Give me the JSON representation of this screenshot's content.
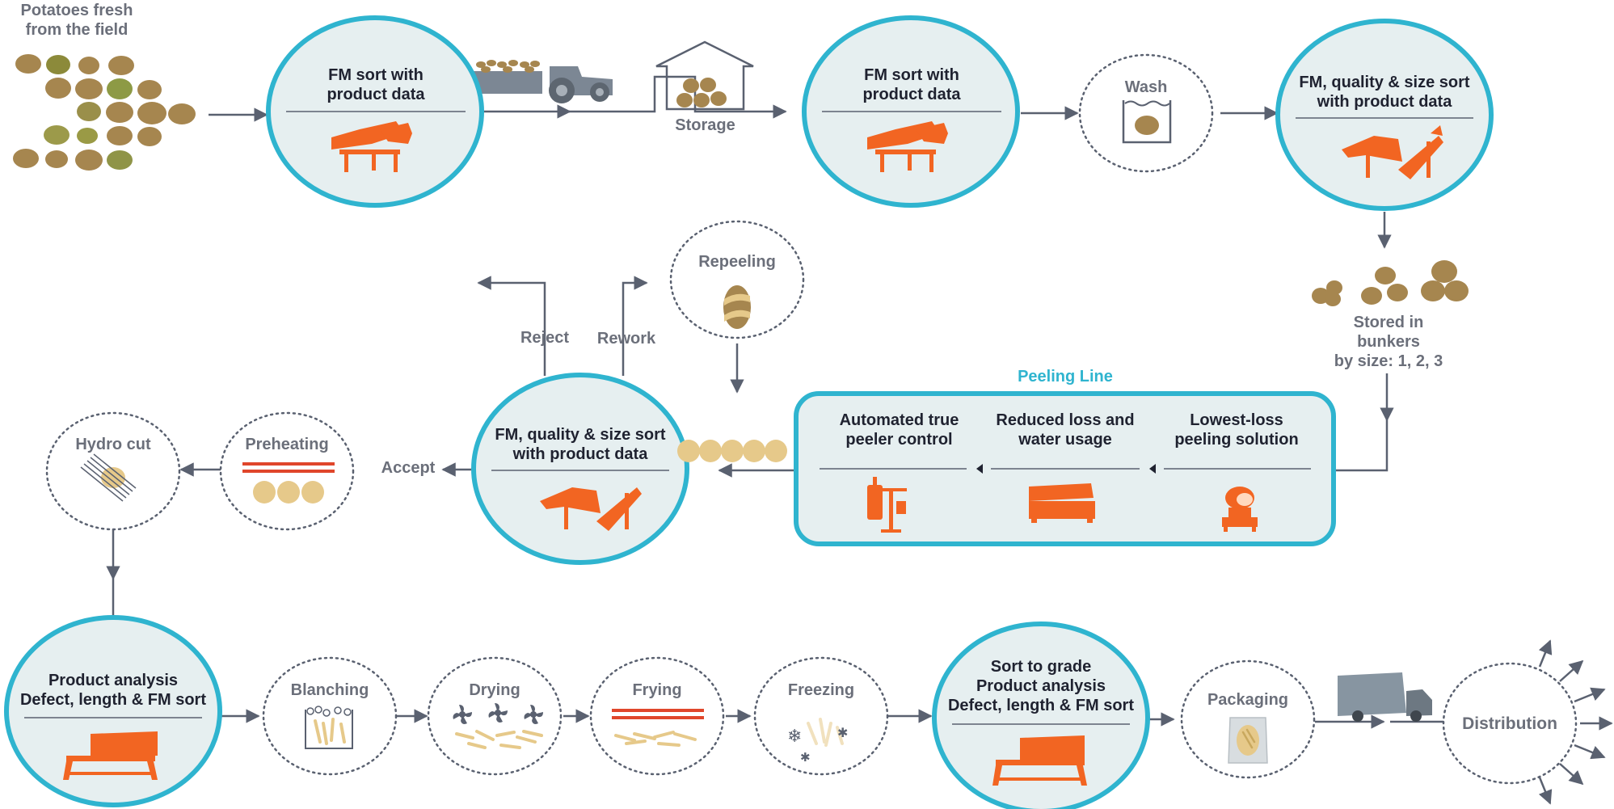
{
  "field": {
    "label_line1": "Potatoes fresh",
    "label_line2": "from the field"
  },
  "sort1": {
    "line1": "FM sort with",
    "line2": "product data"
  },
  "storage": {
    "label": "Storage"
  },
  "sort2": {
    "line1": "FM sort with",
    "line2": "product data"
  },
  "wash": {
    "label": "Wash"
  },
  "sort3": {
    "line1": "FM, quality & size sort",
    "line2": "with product data"
  },
  "bunkers": {
    "line1": "Stored in",
    "line2": "bunkers",
    "line3": "by size: 1, 2, 3"
  },
  "peeling_line": {
    "title": "Peeling Line",
    "stage1": {
      "line1": "Automated true",
      "line2": "peeler control"
    },
    "stage2": {
      "line1": "Reduced loss and",
      "line2": "water usage"
    },
    "stage3": {
      "line1": "Lowest-loss",
      "line2": "peeling solution"
    }
  },
  "repeeling": {
    "label": "Repeeling"
  },
  "reject": {
    "label": "Reject"
  },
  "rework": {
    "label": "Rework"
  },
  "sort4": {
    "line1": "FM, quality & size sort",
    "line2": "with product data"
  },
  "accept": {
    "label": "Accept"
  },
  "preheating": {
    "label": "Preheating"
  },
  "hydro_cut": {
    "label": "Hydro cut"
  },
  "analysis1": {
    "line1": "Product analysis",
    "line2": "Defect, length & FM sort"
  },
  "blanching": {
    "label": "Blanching"
  },
  "drying": {
    "label": "Drying"
  },
  "frying": {
    "label": "Frying"
  },
  "freezing": {
    "label": "Freezing"
  },
  "analysis2": {
    "line1": "Sort to grade",
    "line2": "Product analysis",
    "line3": "Defect, length & FM sort"
  },
  "packaging": {
    "label": "Packaging"
  },
  "distribution": {
    "label": "Distribution"
  },
  "colors": {
    "accent_orange": "#f26522",
    "ring_blue": "#2fb4cf",
    "fill_light": "#e6eff0",
    "line_grey": "#5a6170",
    "potato_brown": "#a6864f",
    "fry_yellow": "#e6c98a"
  }
}
